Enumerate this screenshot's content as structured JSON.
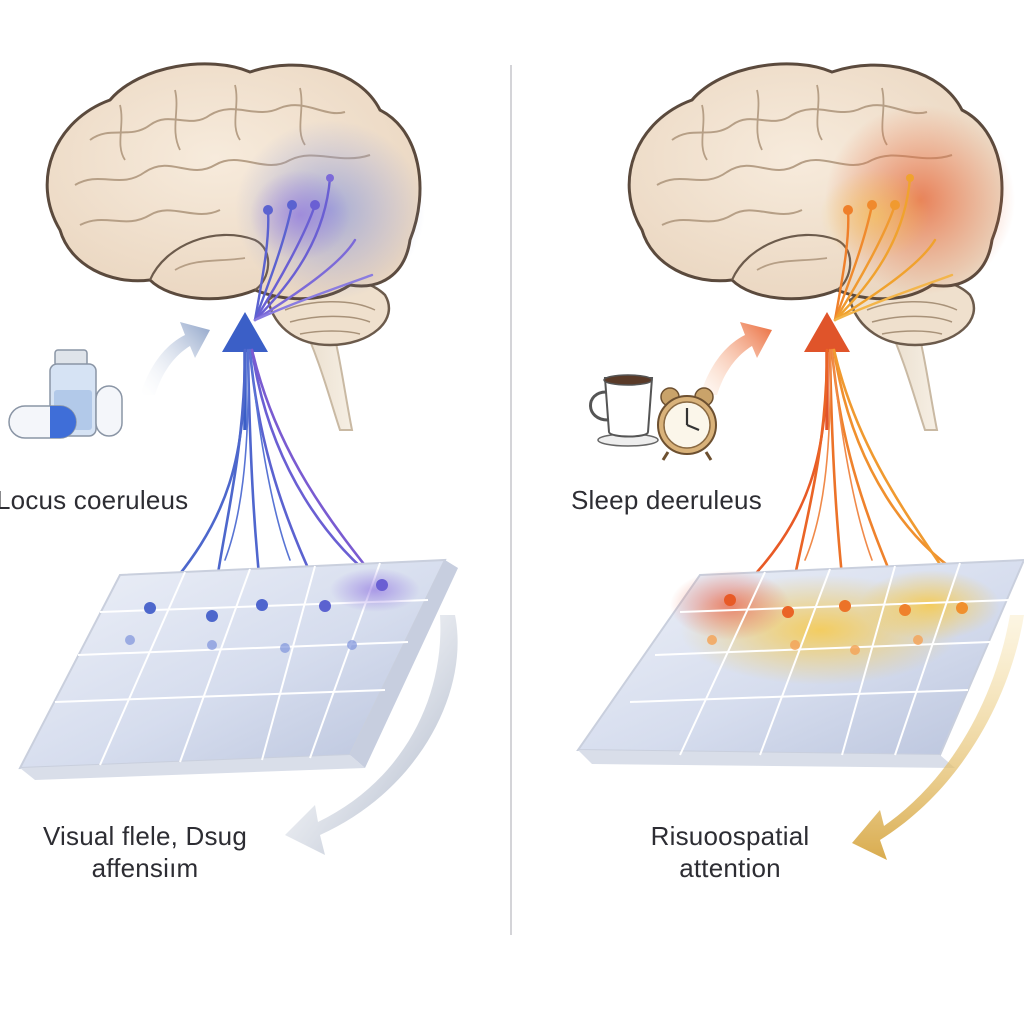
{
  "left_panel": {
    "title_label": "Locus coeruleus",
    "bottom_label_line1": "Visual flele, Dsug",
    "bottom_label_line2": "affensiım",
    "accent_color": "#4a63c9",
    "secondary_color": "#7a5bd1",
    "icons": [
      "medicine-bottle-icon",
      "capsule-icon"
    ]
  },
  "right_panel": {
    "title_label": "Sleep deeruleus",
    "bottom_label_line1": "Risuoospatial",
    "bottom_label_line2": "attention",
    "accent_color": "#e8642a",
    "secondary_color": "#f0a22e",
    "icons": [
      "coffee-cup-icon",
      "alarm-clock-icon"
    ]
  },
  "divider_color": "#d4d4d8"
}
